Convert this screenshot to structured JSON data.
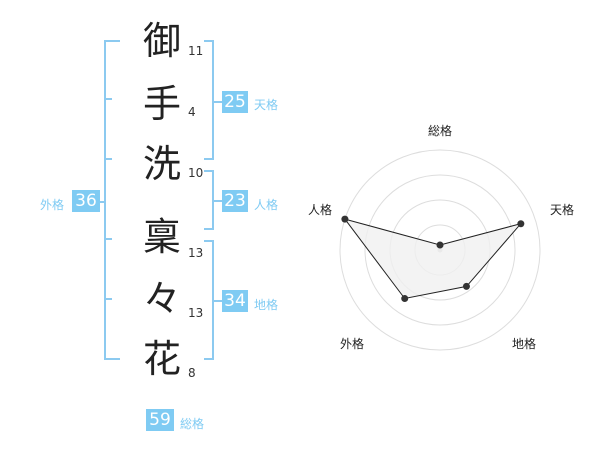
{
  "name": {
    "chars": [
      "御",
      "手",
      "洗",
      "稟",
      "々",
      "花"
    ],
    "strokes": [
      "11",
      "4",
      "10",
      "13",
      "13",
      "8"
    ]
  },
  "scores": {
    "tenkaku": {
      "label": "天格",
      "value": "25"
    },
    "jinkaku": {
      "label": "人格",
      "value": "23"
    },
    "chikaku": {
      "label": "地格",
      "value": "34"
    },
    "gaikaku": {
      "label": "外格",
      "value": "36"
    },
    "soukaku": {
      "label": "総格",
      "value": "59"
    }
  },
  "chart_data": {
    "type": "radar",
    "axes": [
      "総格",
      "天格",
      "地格",
      "外格",
      "人格"
    ],
    "values": [
      0.05,
      0.85,
      0.45,
      0.6,
      1.0
    ],
    "range": [
      0,
      1
    ],
    "rings": 4,
    "colors": {
      "fill": "#f0f0f0",
      "ring": "#dddddd",
      "line": "#222222",
      "point": "#333333"
    }
  }
}
